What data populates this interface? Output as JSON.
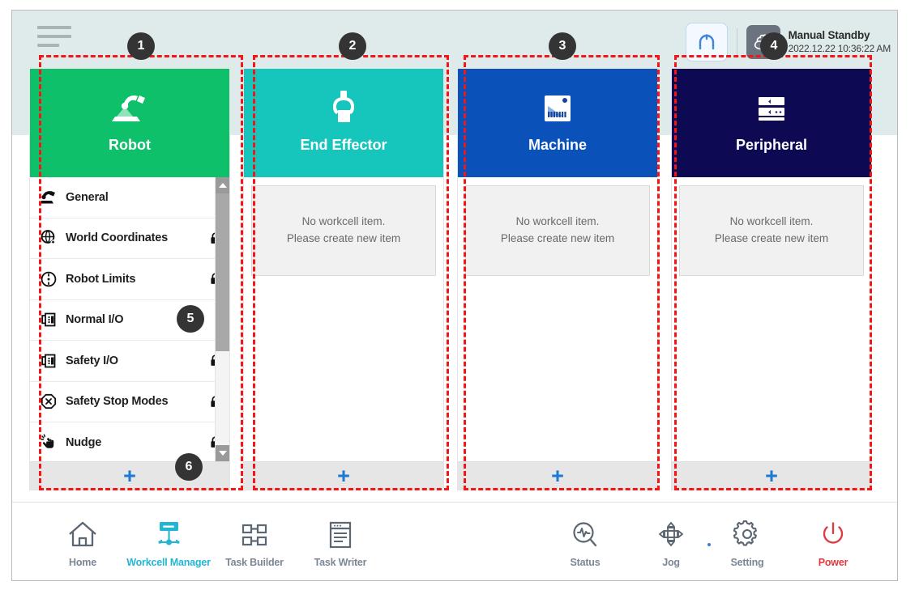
{
  "header": {
    "menu_icon": "hamburger-menu-icon",
    "reload_icon": "reload-arch-icon",
    "mode_icon": "manual-hand-icon",
    "mode_title": "Manual Standby",
    "mode_time": "2022.12.22 10:36:22 AM"
  },
  "columns": [
    {
      "key": "robot",
      "title": "Robot",
      "icon": "robot-arm-icon",
      "color": "#0ec06a",
      "add_label": "+",
      "menu": [
        {
          "label": "General",
          "icon": "robot-general-icon",
          "locked": false
        },
        {
          "label": "World Coordinates",
          "icon": "world-coordinates-icon",
          "locked": true
        },
        {
          "label": "Robot Limits",
          "icon": "robot-limits-icon",
          "locked": true
        },
        {
          "label": "Normal I/O",
          "icon": "normal-io-icon",
          "locked": false
        },
        {
          "label": "Safety I/O",
          "icon": "safety-io-icon",
          "locked": true
        },
        {
          "label": "Safety Stop Modes",
          "icon": "safety-stop-icon",
          "locked": true
        },
        {
          "label": "Nudge",
          "icon": "nudge-hand-icon",
          "locked": true
        }
      ]
    },
    {
      "key": "end-effector",
      "title": "End Effector",
      "icon": "gripper-icon",
      "color": "#16c6bd",
      "add_label": "+",
      "empty_line1": "No workcell item.",
      "empty_line2": "Please create new item"
    },
    {
      "key": "machine",
      "title": "Machine",
      "icon": "machine-icon",
      "color": "#0b51ba",
      "add_label": "+",
      "empty_line1": "No workcell item.",
      "empty_line2": "Please create new item"
    },
    {
      "key": "peripheral",
      "title": "Peripheral",
      "icon": "peripheral-icon",
      "color": "#0d0a53",
      "add_label": "+",
      "empty_line1": "No workcell item.",
      "empty_line2": "Please create new item"
    }
  ],
  "bottom_nav": {
    "left": [
      {
        "label": "Home",
        "icon": "home-icon",
        "active": false
      },
      {
        "label": "Workcell Manager",
        "icon": "workcell-manager-icon",
        "active": true
      },
      {
        "label": "Task Builder",
        "icon": "task-builder-icon",
        "active": false
      },
      {
        "label": "Task Writer",
        "icon": "task-writer-icon",
        "active": false
      }
    ],
    "right": [
      {
        "label": "Status",
        "icon": "status-icon",
        "active": false
      },
      {
        "label": "Jog",
        "icon": "jog-icon",
        "active": false
      },
      {
        "label": "Setting",
        "icon": "gear-icon",
        "active": false
      },
      {
        "label": "Power",
        "icon": "power-icon",
        "active": false
      }
    ]
  },
  "annotations": [
    {
      "n": "1"
    },
    {
      "n": "2"
    },
    {
      "n": "3"
    },
    {
      "n": "4"
    },
    {
      "n": "5"
    },
    {
      "n": "6"
    }
  ]
}
